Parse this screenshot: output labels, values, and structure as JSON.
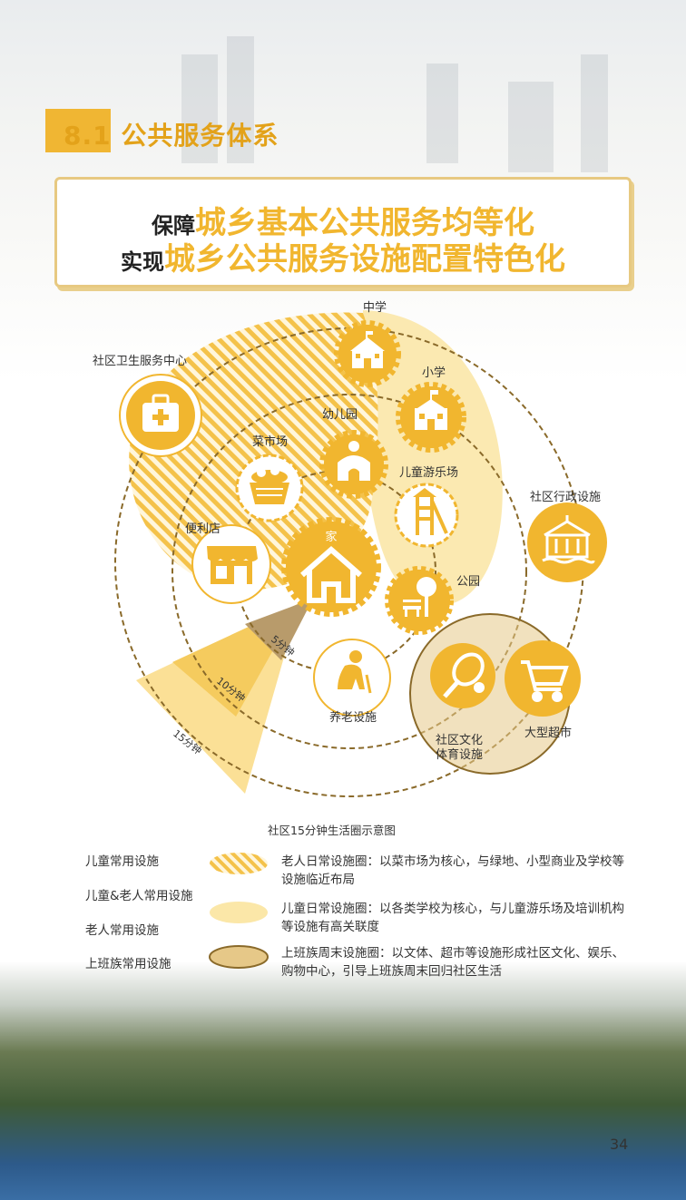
{
  "section_number": "8.1",
  "section_title": "公共服务体系",
  "banner": {
    "line1_prefix": "保障",
    "line1_highlight": "城乡基本公共服务均等化",
    "line2_prefix": "实现",
    "line2_highlight": "城乡公共服务设施配置特色化"
  },
  "facilities": {
    "middle_school": "中学",
    "primary_school": "小学",
    "kindergarten": "幼儿园",
    "health_center": "社区卫生服务中心",
    "food_market": "菜市场",
    "playground": "儿童游乐场",
    "admin": "社区行政设施",
    "convenience_store": "便利店",
    "home": "家",
    "park": "公园",
    "elderly_care": "养老设施",
    "sports_line1": "社区文化",
    "sports_line2": "体育设施",
    "supermarket": "大型超市"
  },
  "rings": {
    "five_min": "5分钟",
    "ten_min": "10分钟",
    "fifteen_min": "15分钟"
  },
  "caption": "社区15分钟生活圈示意图",
  "legend": {
    "children": "儿童常用设施",
    "children_elderly": "儿童&老人常用设施",
    "elderly": "老人常用设施",
    "commuter": "上班族常用设施",
    "elderly_circle": "老人日常设施圈：以菜市场为核心，与绿地、小型商业及学校等设施临近布局",
    "children_circle": "儿童日常设施圈：以各类学校为核心，与儿童游乐场及培训机构等设施有高关联度",
    "commuter_circle": "上班族周末设施圈：以文体、超市等设施形成社区文化、娱乐、购物中心，引导上班族周末回归社区生活"
  },
  "page_number": "34",
  "colors": {
    "accent": "#f1b62f",
    "accent_dark": "#e3a21a",
    "ring": "#8a6a2a",
    "light": "#fbe7a8",
    "weekend": "#e6c888"
  },
  "icons": {
    "middle_school": "school-building-icon",
    "primary_school": "school-flag-icon",
    "kindergarten": "kindergarten-icon",
    "health_center": "medical-bag-icon",
    "food_market": "basket-icon",
    "playground": "slide-icon",
    "admin": "government-building-icon",
    "convenience_store": "store-icon",
    "home": "house-icon",
    "park": "tree-bench-icon",
    "elderly_care": "elderly-person-icon",
    "sports": "tennis-racket-icon",
    "supermarket": "shopping-cart-icon"
  }
}
